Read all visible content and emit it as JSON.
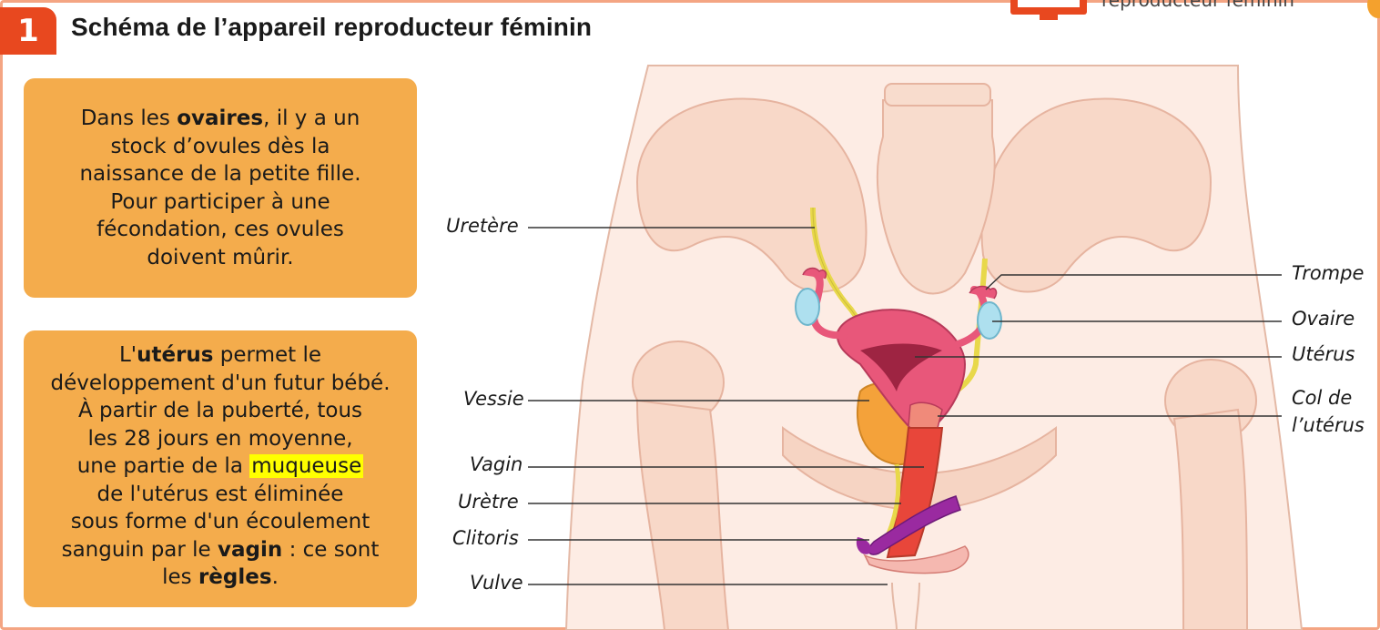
{
  "header": {
    "number": "1",
    "title": "Schéma de l’appareil reproducteur féminin",
    "top_right_text": "reproducteur féminin"
  },
  "box1": {
    "p1_a": "Dans les ",
    "p1_b": "ovaires",
    "p1_c": ", il y a un",
    "p2": "stock d’ovules dès la",
    "p3": "naissance de la petite fille.",
    "p4": "Pour participer à une",
    "p5": "fécondation, ces ovules",
    "p6": "doivent mûrir."
  },
  "box2": {
    "l1_a": "L'",
    "l1_b": "utérus",
    "l1_c": " permet le",
    "l2": "développement d'un futur bébé.",
    "l3": "À partir de la puberté, tous",
    "l4": "les 28 jours en moyenne,",
    "l5_a": "une partie de la ",
    "l5_b": "muqueuse",
    "l6": "de l'utérus est éliminée",
    "l7": "sous forme d'un écoulement",
    "l8_a": "sanguin par le ",
    "l8_b": "vagin",
    "l8_c": " : ce sont",
    "l9_a": "les ",
    "l9_b": "règles",
    "l9_c": "."
  },
  "labels": {
    "uretere": "Uretère",
    "vessie": "Vessie",
    "vagin": "Vagin",
    "uretre": "Urètre",
    "clitoris": "Clitoris",
    "vulve": "Vulve",
    "trompe": "Trompe",
    "ovaire": "Ovaire",
    "uterus": "Utérus",
    "col_1": "Col de",
    "col_2": "l’utérus"
  },
  "colors": {
    "badge": "#e8481f",
    "box": "#f4ac4c",
    "highlight": "#ffff00",
    "skin": "#fbe6dc",
    "bone": "#f8d8c8",
    "uterus": "#e8577a",
    "ovary": "#aee0ef",
    "bladder": "#f4a23a",
    "ureter": "#e8d84a",
    "clitoris": "#9a2aa0"
  }
}
